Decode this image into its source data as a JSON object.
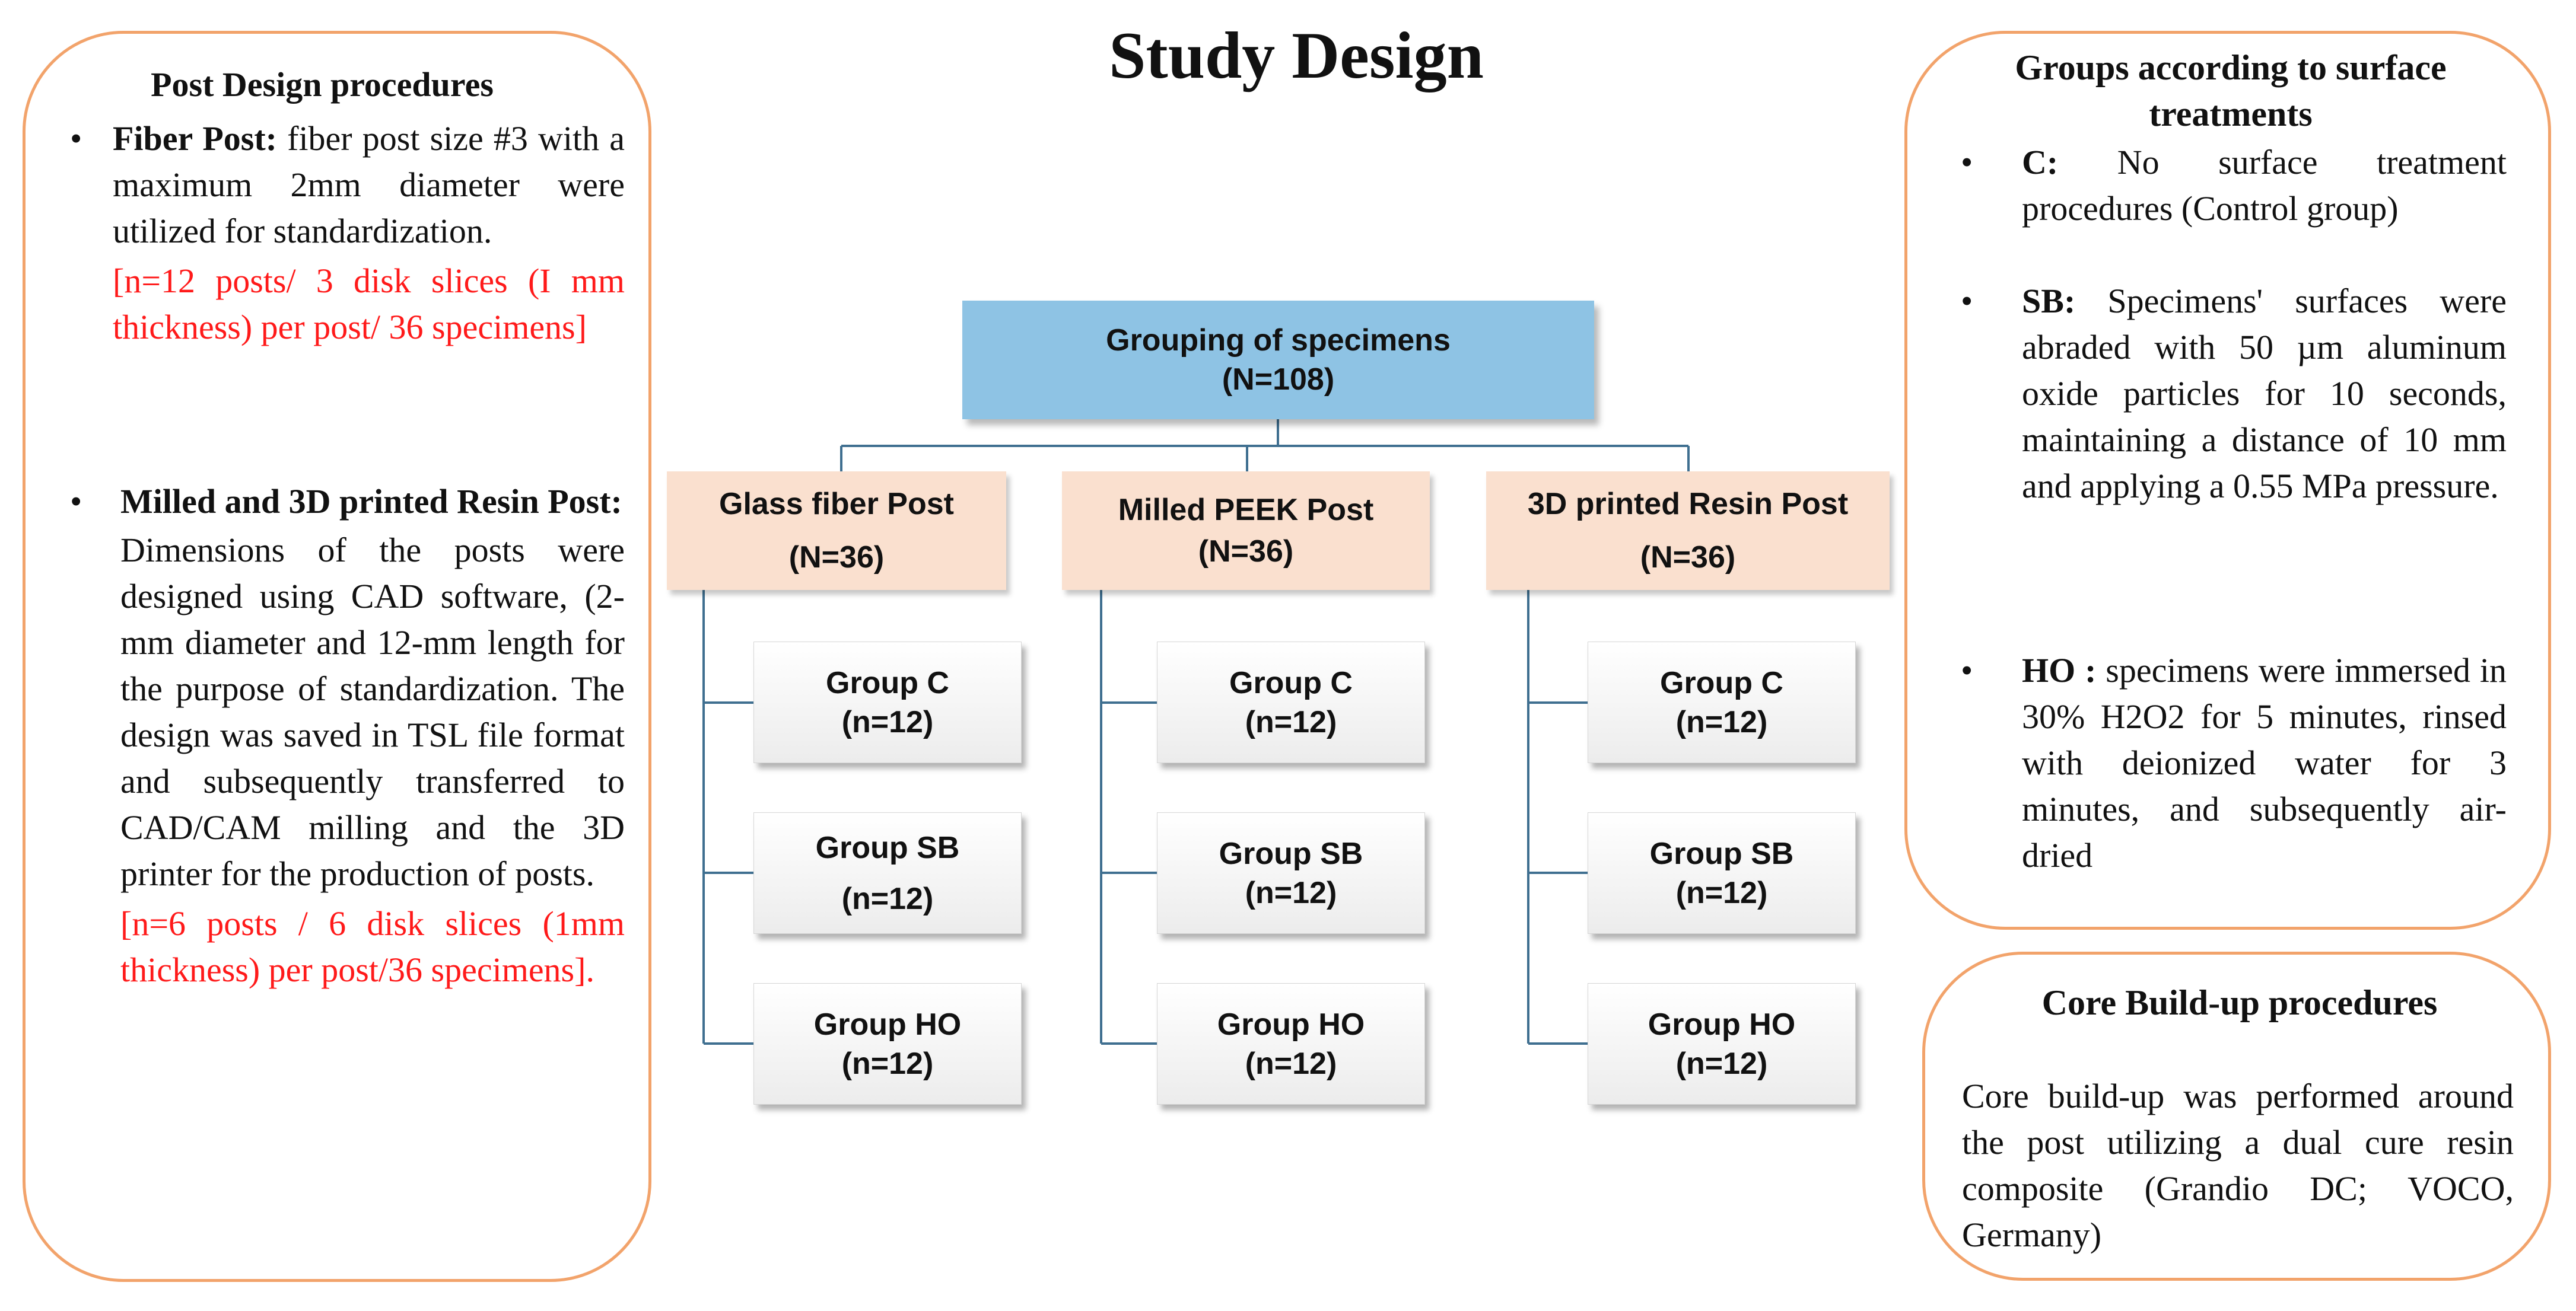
{
  "title": "Study Design",
  "left_box": {
    "heading": "Post Design procedures",
    "bullet1": {
      "label": "Fiber Post:",
      "text": " fiber post size #3 with a maximum 2mm diameter were utilized for standardization.",
      "note": "[n=12 posts/ 3 disk slices (I mm thickness) per post/ 36 specimens]"
    },
    "bullet2": {
      "label": "Milled and 3D printed Resin Post:",
      "text": "Dimensions of the posts were designed using CAD software, (2-mm diameter and 12-mm length for the purpose of standardization. The design was saved in TSL file format and subsequently transferred to CAD/CAM milling and the 3D printer for the production of posts.",
      "note": "[n=6 posts / 6 disk slices (1mm thickness) per post/36 specimens]."
    }
  },
  "groups_box": {
    "heading": "Groups according to surface treatments",
    "items": [
      {
        "label": "C:",
        "text": " No surface treatment procedures (Control group)"
      },
      {
        "label": "SB:",
        "text": " Specimens' surfaces were abraded with 50 µm aluminum oxide particles for 10 seconds, maintaining a distance of 10 mm and applying a 0.55 MPa pressure."
      },
      {
        "label": "HO :",
        "text": " specimens were immersed in 30% H2O2 for 5 minutes, rinsed with deionized water for 3 minutes, and subsequently air-dried"
      }
    ]
  },
  "core_box": {
    "heading": "Core Build-up procedures",
    "text": "Core build-up was performed around the post utilizing a dual cure resin composite (Grandio DC; VOCO, Germany)"
  },
  "flowchart": {
    "root": {
      "title": "Grouping of specimens",
      "count": "(N=108)"
    },
    "categories": [
      {
        "title": "Glass fiber Post",
        "count": "(N=36)",
        "groups": [
          {
            "title": "Group C",
            "count": "(n=12)"
          },
          {
            "title": "Group SB",
            "count": "(n=12)"
          },
          {
            "title": "Group HO",
            "count": "(n=12)"
          }
        ]
      },
      {
        "title": "Milled PEEK Post",
        "count": "(N=36)",
        "groups": [
          {
            "title": "Group C",
            "count": "(n=12)"
          },
          {
            "title": "Group SB",
            "count": "(n=12)"
          },
          {
            "title": "Group HO",
            "count": "(n=12)"
          }
        ]
      },
      {
        "title": "3D printed Resin Post",
        "count": "(N=36)",
        "groups": [
          {
            "title": "Group C",
            "count": "(n=12)"
          },
          {
            "title": "Group SB",
            "count": "(n=12)"
          },
          {
            "title": "Group HO",
            "count": "(n=12)"
          }
        ]
      }
    ]
  },
  "colors": {
    "side_box_border": "#f2a36b",
    "root_fill": "#8ec3e4",
    "category_fill": "#fae0cf",
    "connector": "#3f6f90",
    "note_text": "#ff1a1a"
  }
}
